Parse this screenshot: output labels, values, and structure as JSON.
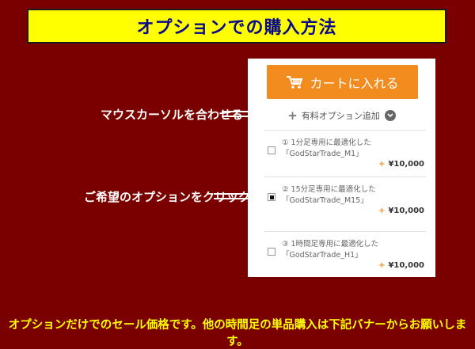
{
  "title": "オプションでの購入方法",
  "panel": {
    "cart_button_label": "カートに入れる",
    "options_toggle_label": "有料オプション追加",
    "options": [
      {
        "name": "① 1分足専用に最適化した「GodStarTrade_M1」",
        "price": "¥10,000",
        "checked": false
      },
      {
        "name": "② 15分足専用に最適化した「GodStarTrade_M15」",
        "price": "¥10,000",
        "checked": true
      },
      {
        "name": "③ 1時間足専用に最適化した「GodStarTrade_H1」",
        "price": "¥10,000",
        "checked": false
      }
    ]
  },
  "callouts": {
    "hover": "マウスカーソルを合わせる",
    "click": "ご希望のオプションをクリック"
  },
  "footer": "オプションだけでのセール価格です。他の時間足の単品購入は下記バナーからお願いします。",
  "colors": {
    "background": "#7a0000",
    "banner": "#ffff00",
    "accent": "#f28c1e",
    "footer_text": "#ffff00"
  },
  "icons": {
    "cart": "cart-icon",
    "plus": "plus-icon",
    "chevron": "chevron-down-icon",
    "arrow": "double-arrow-icon"
  }
}
